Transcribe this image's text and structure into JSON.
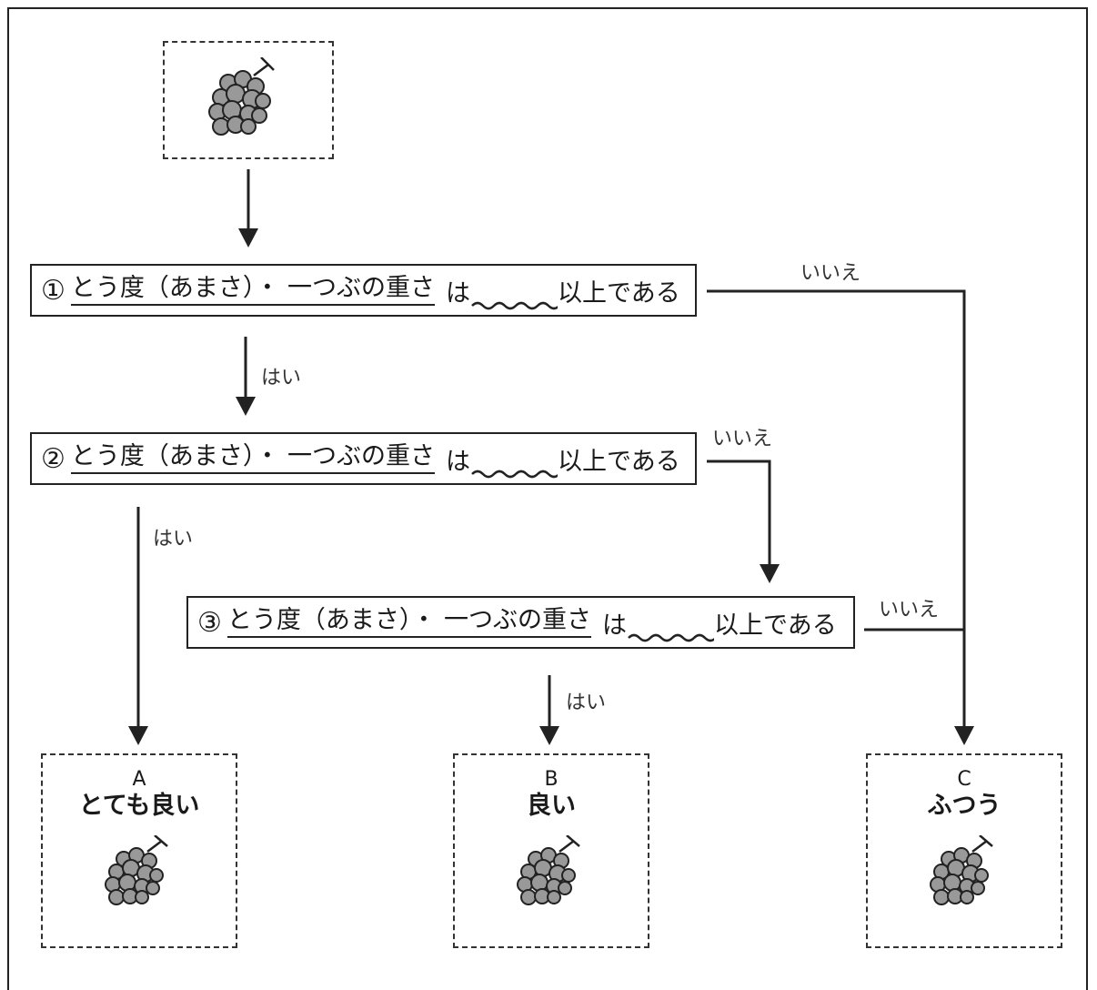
{
  "conditions": [
    {
      "number": "①",
      "criterion": "とう度（あまさ）・ 一つぶの重さ",
      "is": "は",
      "suffix": "以上である"
    },
    {
      "number": "②",
      "criterion": "とう度（あまさ）・ 一つぶの重さ",
      "is": "は",
      "suffix": "以上である"
    },
    {
      "number": "③",
      "criterion": "とう度（あまさ）・ 一つぶの重さ",
      "is": "は",
      "suffix": "以上である"
    }
  ],
  "labels": {
    "yes": "はい",
    "no": "いいえ"
  },
  "results": [
    {
      "letter": "A",
      "name": "とても良い"
    },
    {
      "letter": "B",
      "name": "良い"
    },
    {
      "letter": "C",
      "name": "ふつう"
    }
  ],
  "icons": {
    "grape": "grape-icon"
  }
}
